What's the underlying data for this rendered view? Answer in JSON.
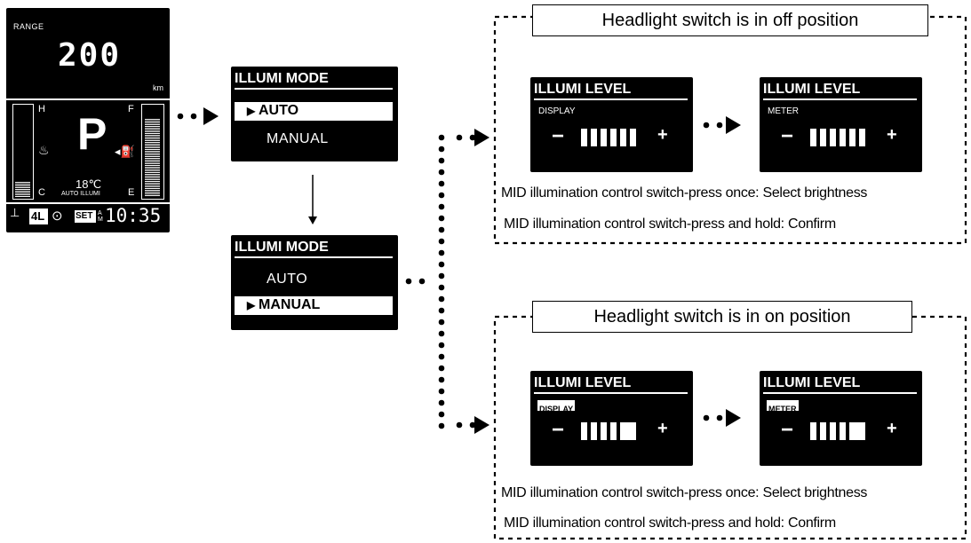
{
  "main_display": {
    "range_label": "RANGE",
    "range_value": "200",
    "range_unit": "km",
    "temp_hot_label": "H",
    "temp_cold_label": "C",
    "fuel_full_label": "F",
    "fuel_empty_label": "E",
    "gear": "P",
    "outside_temp": "18℃",
    "auto_illumi_text": "AUTO ILLUMI",
    "drive_mode": "4L",
    "set_badge": "SET",
    "clock": "10:35"
  },
  "illumi_mode_auto": {
    "title": "ILLUMI MODE",
    "options": [
      "AUTO",
      "MANUAL"
    ],
    "selected": "AUTO"
  },
  "illumi_mode_manual": {
    "title": "ILLUMI MODE",
    "options": [
      "AUTO",
      "MANUAL"
    ],
    "selected": "MANUAL"
  },
  "off_section": {
    "title": "Headlight switch is in off position",
    "display_screen": {
      "title": "ILLUMI LEVEL",
      "label": "DISPLAY",
      "minus": "−",
      "plus": "+",
      "level": 6,
      "max_level": 6
    },
    "meter_screen": {
      "title": "ILLUMI LEVEL",
      "label": "METER",
      "minus": "−",
      "plus": "+",
      "level": 6,
      "max_level": 6
    },
    "caption_1": "MID illumination control switch-press once: Select brightness",
    "caption_2": "MID illumination control switch-press and hold: Confirm"
  },
  "on_section": {
    "title": "Headlight switch is in on position",
    "display_screen": {
      "title": "ILLUMI LEVEL",
      "label": "DISPLAY",
      "minus": "−",
      "plus": "+",
      "level": 5,
      "max_level": 6
    },
    "meter_screen": {
      "title": "ILLUMI LEVEL",
      "label": "METER",
      "minus": "−",
      "plus": "+",
      "level": 5,
      "max_level": 6
    },
    "caption_1": "MID illumination control switch-press once: Select brightness",
    "caption_2": "MID illumination control switch-press and hold: Confirm"
  },
  "colors": {
    "screen": "#000000",
    "text": "#ffffff",
    "line": "#000000"
  }
}
